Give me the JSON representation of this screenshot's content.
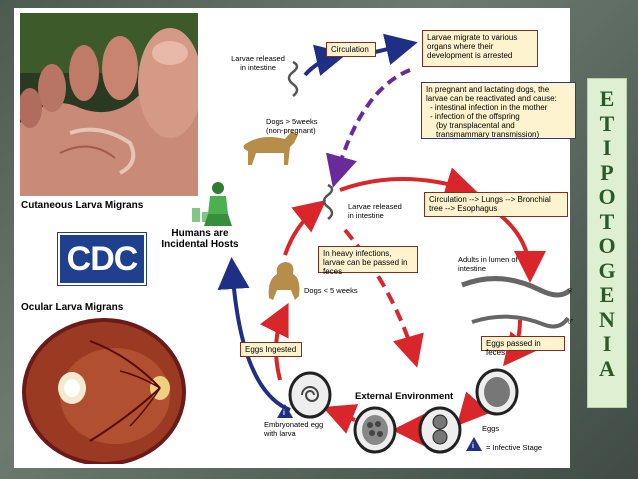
{
  "captions": {
    "cutaneous": "Cutaneous Larva Migrans",
    "ocular": "Ocular Larva Migrans",
    "humans": "Humans are Incidental Hosts",
    "logo": "CDC"
  },
  "side_title": [
    "E",
    "T",
    "I",
    "P",
    "O",
    "T",
    "O",
    "G",
    "E",
    "N",
    "I",
    "A"
  ],
  "boxes": {
    "circulation": "Circulation",
    "migrate": "Larvae migrate to various organs where their development is arrested",
    "pregnant": "In pregnant and lactating dogs, the larvae can be reactivated and cause:",
    "pregnant_items": [
      "- intestinal infection in the mother",
      "- infection of the offspring",
      "  (by transplacental and",
      "  transmammary transmission)"
    ],
    "circ2": "Circulation --> Lungs --> Bronchial tree --> Esophagus",
    "heavy": "In heavy infections, larvae can be passed in feces",
    "eggs_ingested": "Eggs Ingested",
    "eggs_passed": "Eggs passed in feces"
  },
  "labels": {
    "larvae_top": "Larvae released in intestine",
    "dogs_old": "Dogs > 5weeks (non-pregnant)",
    "larvae_mid": "Larvae released in intestine",
    "dogs_young": "Dogs < 5 weeks",
    "adults": "Adults in lumen of intestine",
    "external": "External Environment",
    "eggs": "Eggs",
    "embryonated": "Embryonated egg with larva",
    "infective": "= Infective Stage",
    "infective_badge": "i",
    "female": "♀",
    "male": "♂"
  },
  "colors": {
    "red_arrow": "#d8262a",
    "blue_arrow": "#1f2f86",
    "purple_arrow": "#6a2a9a",
    "box_fill": "#fdf3cf"
  }
}
